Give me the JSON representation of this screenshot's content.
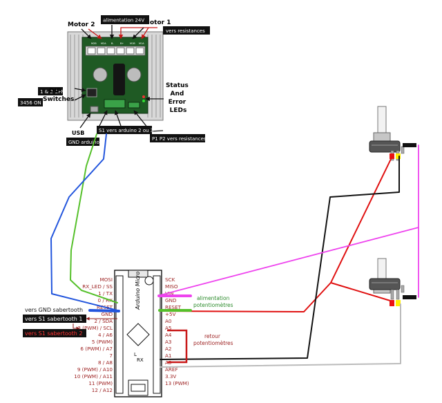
{
  "driver": {
    "motor2": "Motor 2",
    "motor1": "Motor 1",
    "power_24v": "alimentation 24V",
    "to_resistances_top": "vers resistances",
    "dip_switches": "DIP\nSwitches",
    "dip_off": "1 & 2 OFF",
    "dip_on": "3456 ON",
    "status_leds": "Status\nAnd\nError\nLEDs",
    "usb": "USB",
    "gnd_arduino": "GND arduino",
    "s1_arduino": "S1 vers arduino 2 ou 3",
    "p1p2_resistances": "P1 P2 vers resistances",
    "terminal_labels": [
      "M2B",
      "M2A",
      "B-",
      "B+",
      "M1B",
      "M1A"
    ]
  },
  "arduino": {
    "title": "Arduino Micro",
    "left_pins": [
      "MOSI",
      "RX_LED / SS",
      "1 / TX",
      "0 / RX",
      "RESET",
      "GND",
      "2 / SDA",
      "3 (PWM) / SCL",
      "4 / A6",
      "5 (PWM)",
      "6 (PWM) / A7",
      "7",
      "8 / A8",
      "9 (PWM) / A10",
      "10 (PWM) / A11",
      "11 (PWM)",
      "12 / A12"
    ],
    "right_pins": [
      "SCK",
      "MISO",
      "VIN",
      "GND",
      "RESET",
      "+5V",
      "A0",
      "A5",
      "A4",
      "A3",
      "A2",
      "A1",
      "A0",
      "AREF",
      "3.3V",
      "13 (PWM)"
    ]
  },
  "annotations": {
    "gnd_sabertooth": "vers GND sabertooth",
    "s1_sabertooth_1": "vers S1 sabertooth 1",
    "s1_sabertooth_2": "vers S1 sabertooth 2",
    "pot_power": "alimentation\npotentiomètres",
    "pot_return": "retour\npotentiomètres"
  },
  "colors": {
    "wire_green": "#55c02a",
    "wire_blue": "#2255dd",
    "wire_red": "#e01010",
    "wire_black": "#111111",
    "wire_magenta": "#ee44ee",
    "wire_gray": "#bbbbbb",
    "board_text": "#9b1c1c"
  }
}
